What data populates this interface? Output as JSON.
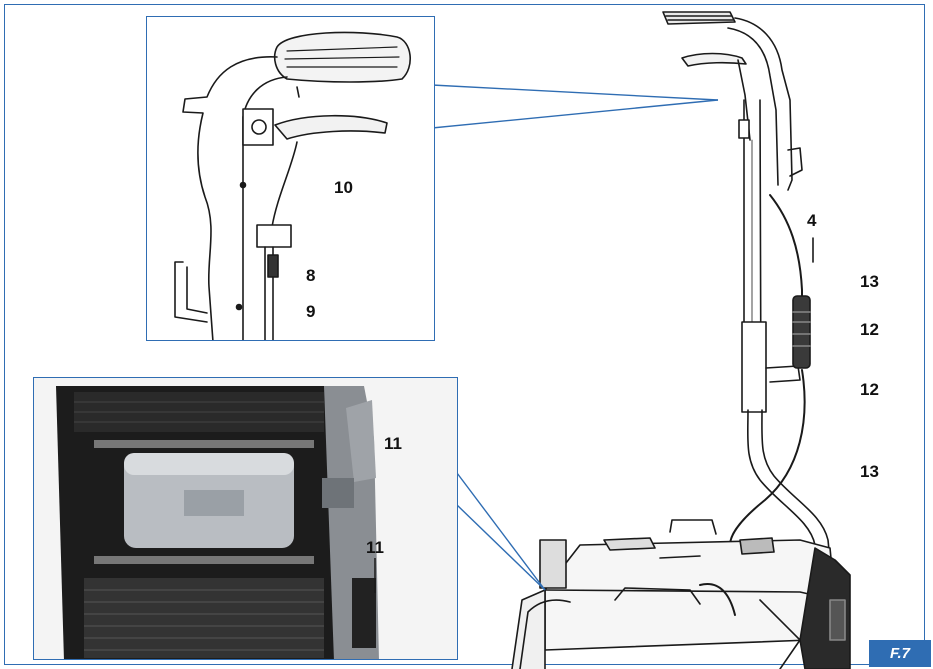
{
  "figure_label": "F.7",
  "callouts": {
    "c4": "4",
    "c8": "8",
    "c9": "9",
    "c10": "10",
    "c11_top": "11",
    "c11_bottom": "11",
    "c12_top": "12",
    "c12_bottom": "12",
    "c13_top": "13",
    "c13_bottom": "13"
  },
  "colors": {
    "accent": "#2f6db3",
    "drawing_line": "#1a1a1a",
    "photo_dark": "#1c1c1c",
    "photo_metal": "#b9bdc2"
  }
}
